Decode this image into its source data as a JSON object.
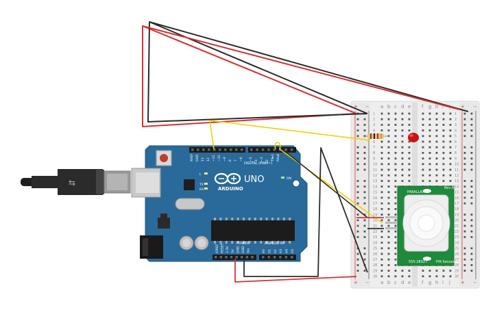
{
  "breadboard": {
    "columns_left": [
      "a",
      "b",
      "c",
      "d",
      "e"
    ],
    "columns_right": [
      "f",
      "g",
      "h",
      "i",
      "j"
    ],
    "rail_plus": "+",
    "rail_minus": "−",
    "row_count": 30
  },
  "arduino": {
    "brand": "ARDUINO",
    "model": "UNO",
    "digital_label": "DIGITAL (PWM~)",
    "power_label": "POWER",
    "analog_label": "ANALOG IN",
    "tx_label": "TX",
    "rx_label": "RX",
    "l_label": "L",
    "on_label": "ON",
    "digital_pins": [
      "AREF",
      "GND",
      "13",
      "12",
      "~11",
      "~10",
      "~9",
      "8",
      "7",
      "~6",
      "~5",
      "4",
      "~3",
      "2",
      "TX▸1",
      "RX◂0"
    ],
    "power_pins": [
      "IOREF",
      "RESET",
      "3.3V",
      "5V",
      "GND",
      "GND",
      "Vin"
    ],
    "analog_pins": [
      "A0",
      "A1",
      "A2",
      "A3",
      "A4",
      "A5"
    ]
  },
  "pir": {
    "brand": "PARALLAX",
    "label": "PIR Sensor",
    "part": "555-28027",
    "rev": "Rev A"
  },
  "colors": {
    "board_blue": "#2a6a9a",
    "wire_red": "#d83030",
    "wire_black": "#2b2b2b",
    "wire_yellow": "#f5d000",
    "led_red": "#c81414",
    "pir_green": "#1f8a3c"
  }
}
